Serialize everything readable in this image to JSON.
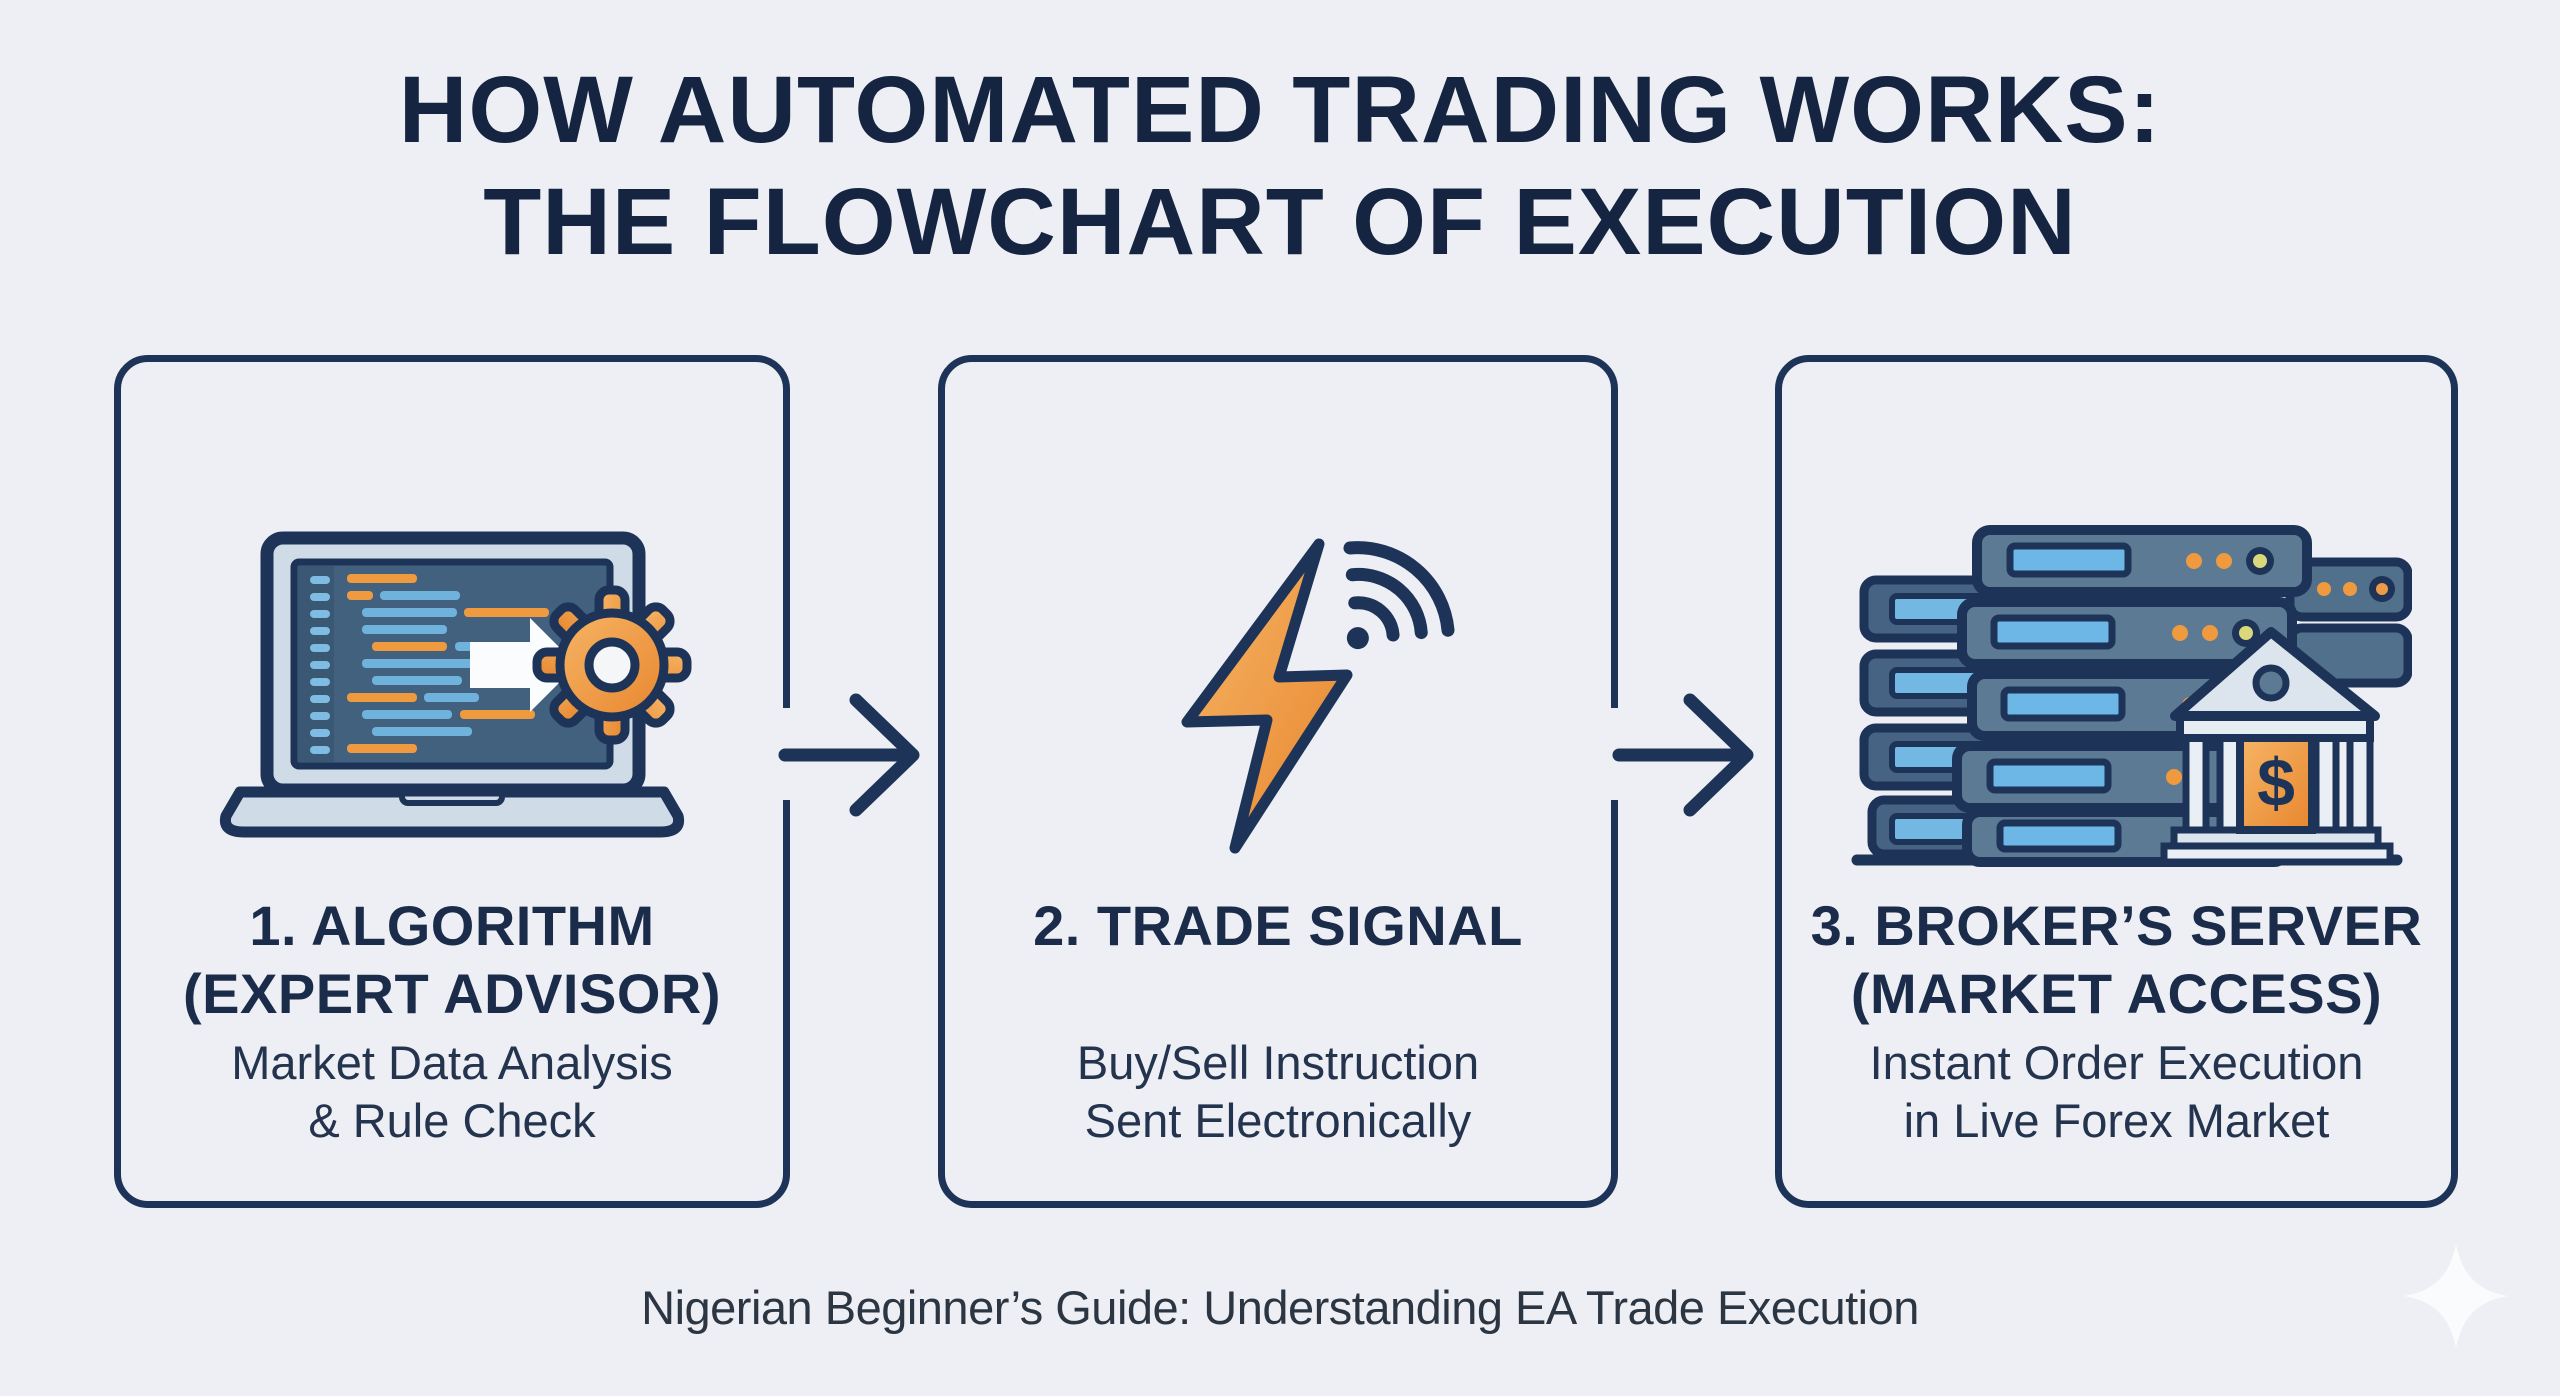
{
  "title": {
    "line1": "HOW AUTOMATED TRADING WORKS:",
    "line2": "THE FLOWCHART OF EXECUTION"
  },
  "steps": [
    {
      "icon": "laptop-code-gear-icon",
      "heading_line1": "1. ALGORITHM",
      "heading_line2": "(EXPERT ADVISOR)",
      "desc_line1": "Market Data Analysis",
      "desc_line2": "& Rule Check"
    },
    {
      "icon": "lightning-signal-icon",
      "heading_line1": "2. TRADE SIGNAL",
      "heading_line2": "",
      "desc_line1": "Buy/Sell Instruction",
      "desc_line2": "Sent Electronically"
    },
    {
      "icon": "server-bank-icon",
      "heading_line1": "3. BROKER’S SERVER",
      "heading_line2": "(MARKET ACCESS)",
      "desc_line1": "Instant Order Execution",
      "desc_line2": "in Live Forex Market"
    }
  ],
  "footer": {
    "caption": "Nigerian Beginner’s Guide: Understanding EA Trade Execution"
  },
  "bank": {
    "dollar_sign": "$"
  },
  "colors": {
    "background": "#edeff4",
    "outline_navy": "#1d3458",
    "title_text": "#152440",
    "heading_text": "#1b2c4a",
    "description_text": "#24344e",
    "footer_text": "#2c3542",
    "accent_orange": "#f09a40",
    "code_light_blue": "#6fb3dc",
    "screen_slate": "#42617f",
    "panel_gray": "#cfdce8",
    "sparkle_white": "#fafbfd"
  }
}
